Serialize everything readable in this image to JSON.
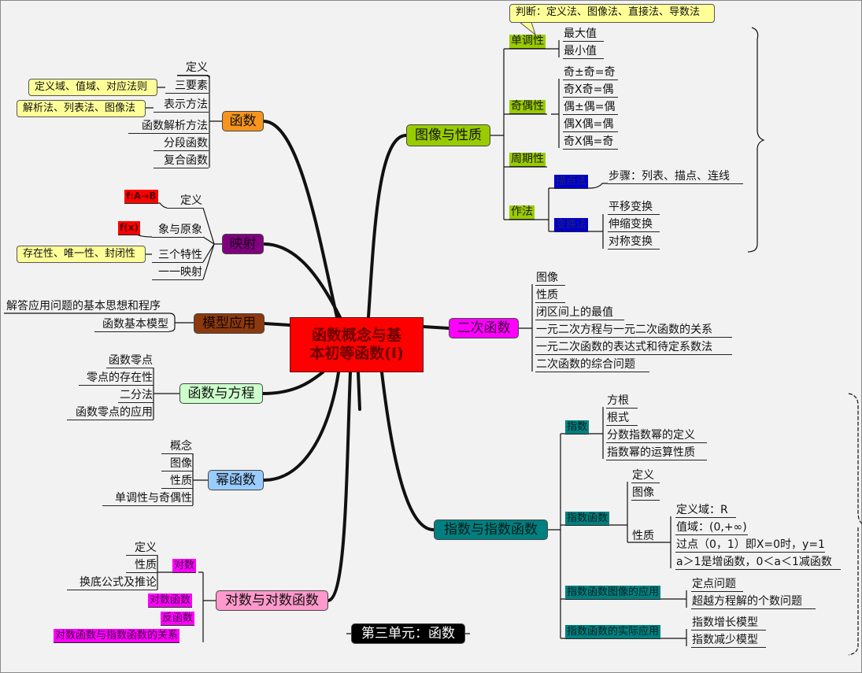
{
  "center": {
    "title": "函数概念与基本初等函数(I)"
  },
  "footer": {
    "label": "第三单元：函数"
  },
  "colors": {
    "center": "#ff0000",
    "function": "#f7941d",
    "mapping": "#800080",
    "model": "#8b3a0f",
    "equation": "#ccffcc",
    "power": "#99ccff",
    "log": "#ff99cc",
    "graph": "#99cc00",
    "quadratic": "#ff00ff",
    "exponent": "#008080"
  },
  "function": {
    "label": "函数",
    "items": [
      "定义",
      "三要素",
      "表示方法",
      "函数解析方法",
      "分段函数",
      "复合函数"
    ],
    "notes": [
      "定义域、值域、对应法则",
      "解析法、列表法、图像法"
    ]
  },
  "mapping": {
    "label": "映射",
    "items": [
      "定义",
      "象与原象",
      "三个特性",
      "一一映射"
    ],
    "tags": [
      "f:A→B",
      "f(x)"
    ],
    "note": "存在性、唯一性、封闭性"
  },
  "model": {
    "label": "模型应用",
    "items": [
      "解答应用问题的基本思想和程序",
      "函数基本模型"
    ]
  },
  "equation": {
    "label": "函数与方程",
    "items": [
      "函数零点",
      "零点的存在性",
      "二分法",
      "函数零点的应用"
    ]
  },
  "power": {
    "label": "幂函数",
    "items": [
      "概念",
      "图像",
      "性质",
      "单调性与奇偶性"
    ]
  },
  "log": {
    "label": "对数与对数函数",
    "subs": [
      "对数",
      "对数函数",
      "反函数",
      "对数函数与指数函数的关系"
    ],
    "log_items": [
      "定义",
      "性质",
      "换底公式及推论"
    ]
  },
  "graph": {
    "label": "图像与性质",
    "callout": "判断：定义法、图像法、直接法、导数法",
    "monotonic": {
      "label": "单调性",
      "items": [
        "最大值",
        "最小值"
      ]
    },
    "parity": {
      "label": "奇偶性",
      "items": [
        "奇±奇=奇",
        "奇X奇=偶",
        "偶±偶=偶",
        "偶X偶=偶",
        "奇X偶=奇"
      ]
    },
    "period": {
      "label": "周期性"
    },
    "drawing": {
      "label": "作法",
      "plot": {
        "label": "描点法",
        "items": [
          "步骤：列表、描点、连线"
        ]
      },
      "transform": {
        "label": "变换法",
        "items": [
          "平移变换",
          "伸缩变换",
          "对称变换"
        ]
      }
    }
  },
  "quadratic": {
    "label": "二次函数",
    "items": [
      "图像",
      "性质",
      "闭区间上的最值",
      "一元二次方程与一元二次函数的关系",
      "一元二次函数的表达式和待定系数法",
      "二次函数的综合问题"
    ]
  },
  "exponent": {
    "label": "指数与指数函数",
    "index": {
      "label": "指数",
      "items": [
        "方根",
        "根式",
        "分数指数幂的定义",
        "指数幂的运算性质"
      ]
    },
    "func": {
      "label": "指数函数",
      "items": [
        "定义",
        "图像",
        "性质"
      ],
      "props": [
        "定义域：R",
        "值域：(0,+∞)",
        "过点（0，1）即X=0时，y=1",
        "a＞1是增函数，0＜a＜1减函数"
      ]
    },
    "graph_app": {
      "label": "指数函数图像的应用",
      "items": [
        "定点问题",
        "超越方程解的个数问题"
      ]
    },
    "real_app": {
      "label": "指数函数的实际应用",
      "items": [
        "指数增长模型",
        "指数减少模型"
      ]
    }
  }
}
